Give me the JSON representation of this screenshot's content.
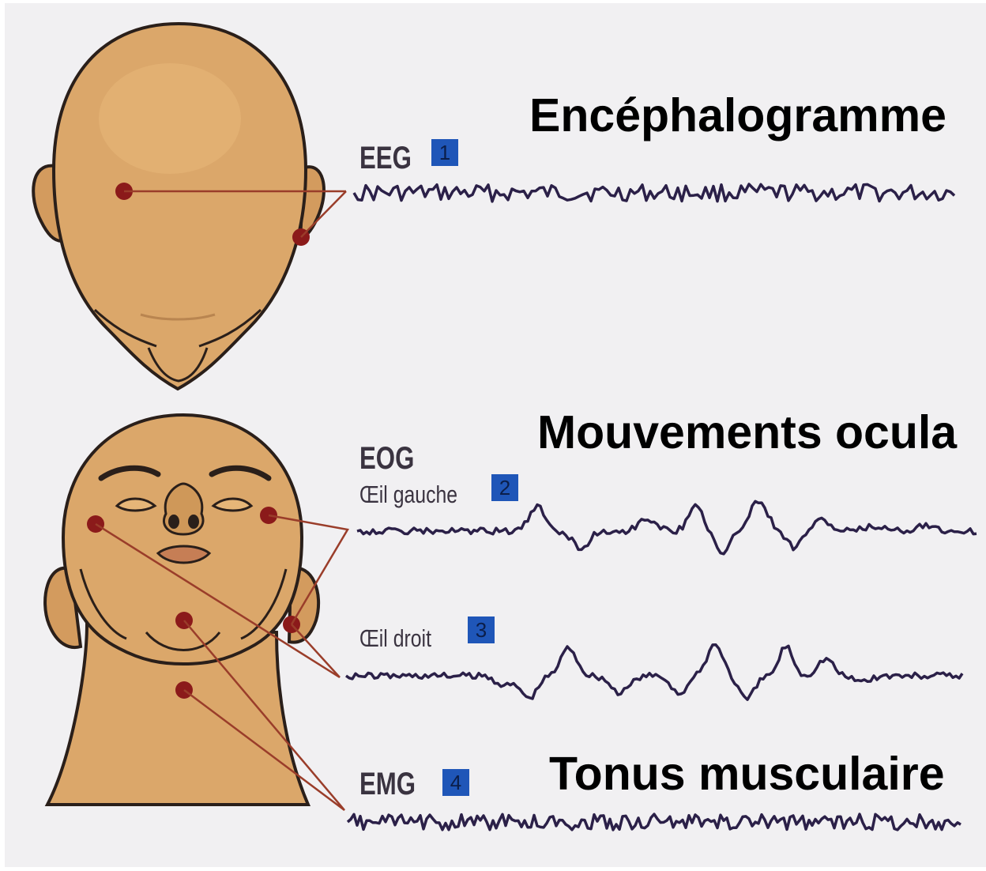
{
  "colors": {
    "background": "#f1f0f2",
    "skin": "#dba76a",
    "skin_shade": "#c98f52",
    "outline": "#2a1f1a",
    "electrode": "#8b1a1a",
    "lead_wire": "#9a3d2a",
    "trace": "#2b2048",
    "badge": "#1f56b8",
    "caption": "#000000"
  },
  "icons": {
    "head_top": "head-top-view",
    "head_front": "head-face-up-view"
  },
  "channels": {
    "eeg": {
      "caption": "Encéphalogramme",
      "code": "EEG",
      "number": "1"
    },
    "eog": {
      "caption": "Mouvements ocula",
      "code": "EOG",
      "left_eye": "Œil gauche",
      "left_eye_number": "2",
      "right_eye": "Œil droit",
      "right_eye_number": "3"
    },
    "emg": {
      "caption": "Tonus musculaire",
      "code": "EMG",
      "number": "4"
    }
  }
}
